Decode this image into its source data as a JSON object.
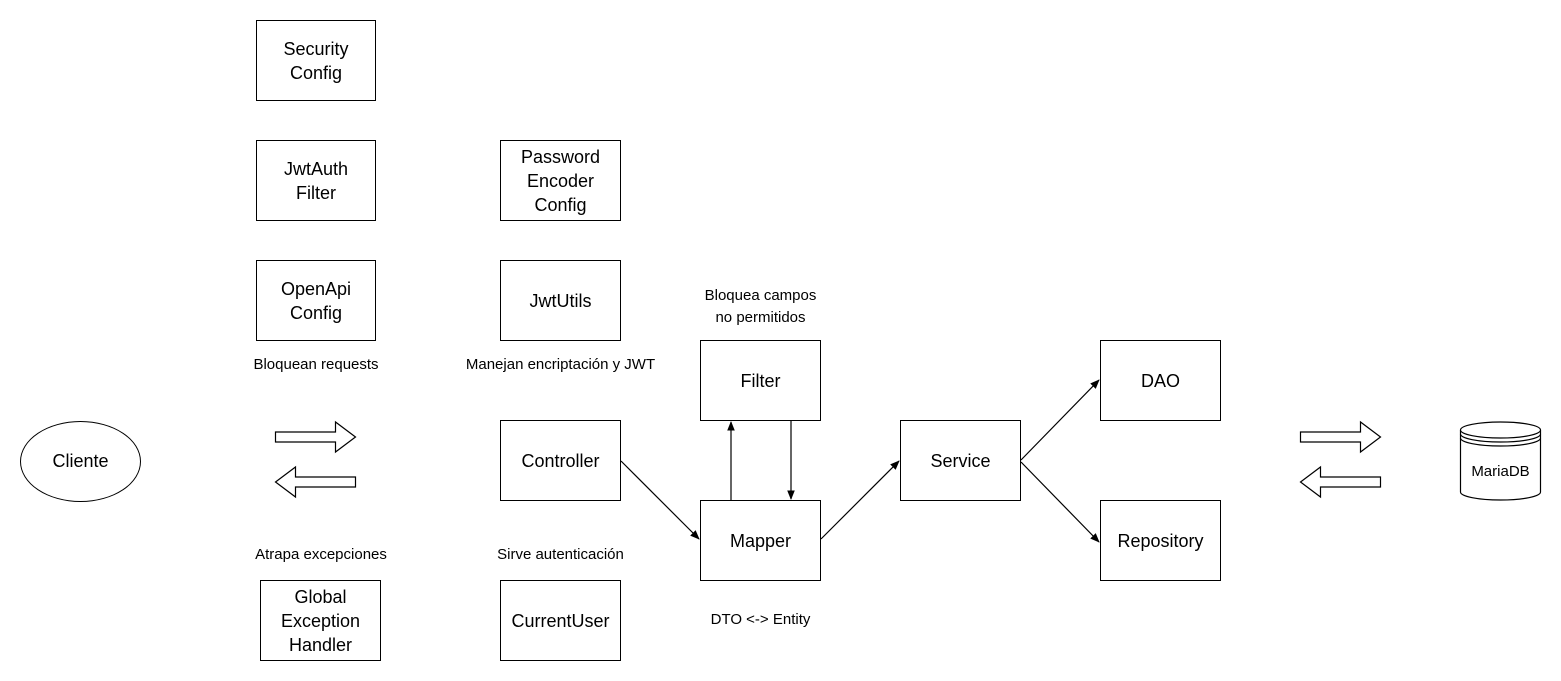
{
  "nodes": {
    "security_config": "Security\nConfig",
    "jwt_auth_filter": "JwtAuth\nFilter",
    "openapi_config": "OpenApi\nConfig",
    "password_encoder_config": "Password\nEncoder\nConfig",
    "jwt_utils": "JwtUtils",
    "cliente": "Cliente",
    "controller": "Controller",
    "filter": "Filter",
    "mapper": "Mapper",
    "service": "Service",
    "dao": "DAO",
    "repository": "Repository",
    "global_exception_handler": "Global\nException\nHandler",
    "current_user": "CurrentUser",
    "mariadb": "MariaDB"
  },
  "notes": {
    "bloquean_requests": "Bloquean requests",
    "manejan_jwt": "Manejan encriptación y JWT",
    "bloquea_campos": "Bloquea campos\nno permitidos",
    "atrapa_excepciones": "Atrapa excepciones",
    "sirve_autenticacion": "Sirve autenticación",
    "dto_entity": "DTO <-> Entity"
  },
  "style": {
    "stroke": "#000000",
    "fill": "#ffffff"
  }
}
